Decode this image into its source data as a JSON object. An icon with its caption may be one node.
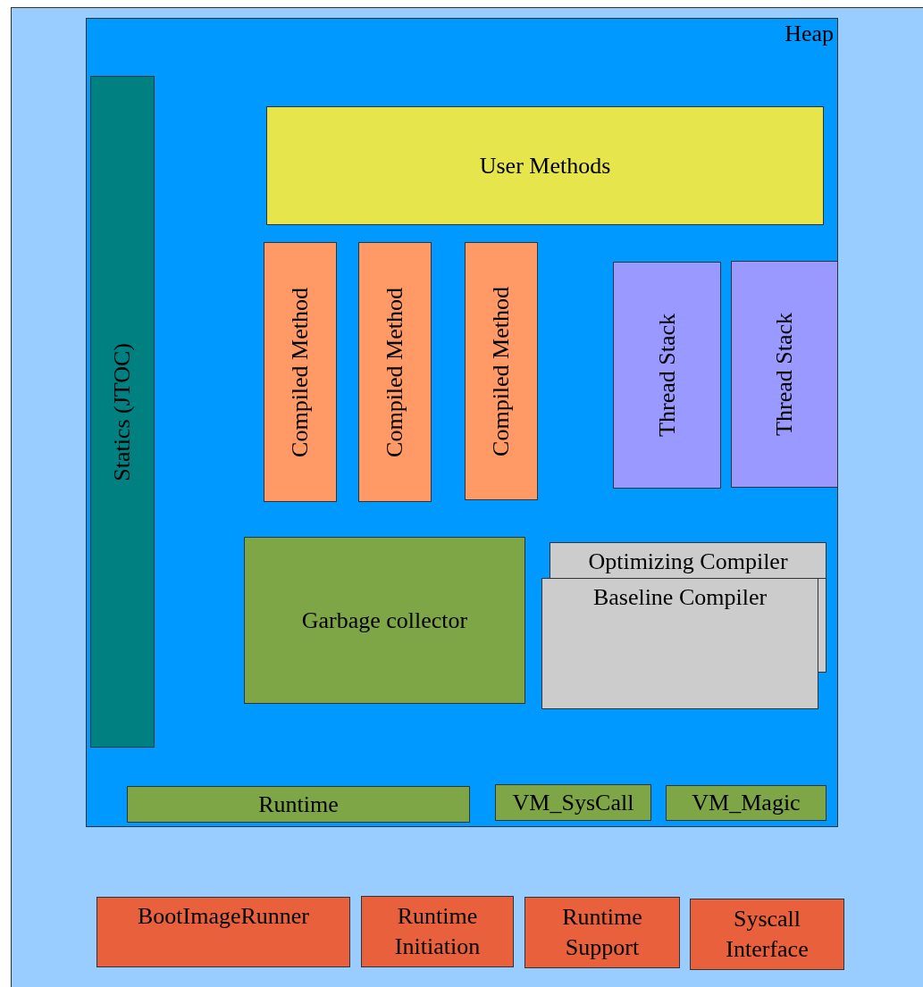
{
  "diagram": {
    "nodes": [
      {
        "text": [
          "Heap"
        ]
      },
      {
        "text": [
          "Statics (JTOC)"
        ],
        "in": 0
      },
      {
        "text": [
          "User Methods"
        ],
        "in": 0
      },
      {
        "text": [
          "Compiled Method"
        ],
        "in": 0
      },
      {
        "text": [
          "Compiled Method"
        ],
        "in": 0
      },
      {
        "text": [
          "Compiled Method"
        ],
        "in": 0
      },
      {
        "text": [
          "Thread Stack"
        ],
        "in": 0
      },
      {
        "text": [
          "Thread Stack"
        ],
        "in": 0
      },
      {
        "text": [
          "Garbage collector"
        ],
        "in": 0
      },
      {
        "text": [
          "Optimizing Compiler"
        ],
        "in": 0
      },
      {
        "text": [
          "Baseline Compiler"
        ],
        "in": 0
      },
      {
        "text": [
          "Runtime"
        ],
        "in": 0
      },
      {
        "text": [
          "VM_SysCall"
        ],
        "in": 0
      },
      {
        "text": [
          "VM_Magic"
        ],
        "in": 0
      },
      {
        "text": [
          "BootImageRunner"
        ]
      },
      {
        "text": [
          "Runtime Initiation"
        ]
      },
      {
        "text": [
          "Runtime Support"
        ]
      },
      {
        "text": [
          "Syscall Interface"
        ]
      }
    ]
  }
}
